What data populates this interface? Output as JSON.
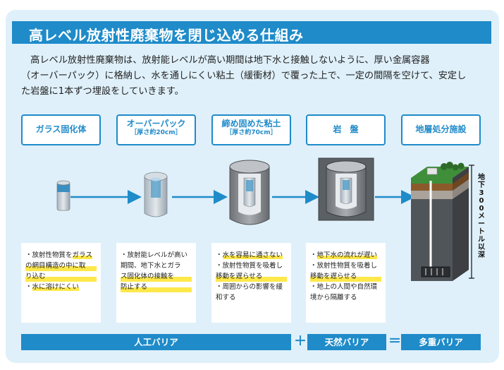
{
  "title": "高レベル放射性廃棄物を閉じ込める仕組み",
  "intro_lines": [
    "　高レベル放射性廃棄物は、放射能レベルが高い期間は地下水と接触しないように、厚い金属容器",
    "（オーバーパック）に格納し、水を通しにくい粘土（緩衝材）で覆った上で、一定の間隔を空けて、安定し",
    "た岩盤に1本ずつ埋設をしていきます。"
  ],
  "stages": [
    {
      "label": "ガラス固化体",
      "sub": ""
    },
    {
      "label": "オーバーパック",
      "sub": "［厚さ約20cm］"
    },
    {
      "label": "締め固めた粘土",
      "sub": "［厚さ約70cm］"
    },
    {
      "label": "岩　盤",
      "sub": ""
    },
    {
      "label": "地層処分施設",
      "sub": ""
    }
  ],
  "notes": [
    [
      "・放射性物質をガラス",
      "の網目構造の中に取",
      "り込む",
      "・水に溶けにくい"
    ],
    [
      "・放射能レベルが高い",
      "期間、地下水とガラ",
      "ス固化体の接触を",
      "防止する"
    ],
    [
      "・水を容易に通さない",
      "・放射性物質を吸着し",
      "移動を遅らせる",
      "・周囲からの影響を緩",
      "和する"
    ],
    [
      "・地下水の流れが遅い",
      "・放射性物質を吸着し",
      "移動を遅らせる",
      "・地上の人間や自然環",
      "境から隔離する"
    ]
  ],
  "depth_label": [
    "地",
    "下",
    "3",
    "0",
    "0",
    "メ",
    "ー",
    "ト",
    "ル",
    "以",
    "深"
  ],
  "barriers": {
    "artificial": "人工バリア",
    "plus": "＋",
    "natural": "天然バリア",
    "equals": "＝",
    "multiple": "多重バリア"
  },
  "colors": {
    "accent": "#1f8bc9",
    "panel": "#dff0fa",
    "highlight": "#ffe84a",
    "metal": "#c9d2da",
    "clay": "#8a8e92",
    "rock": "#555a5f"
  }
}
